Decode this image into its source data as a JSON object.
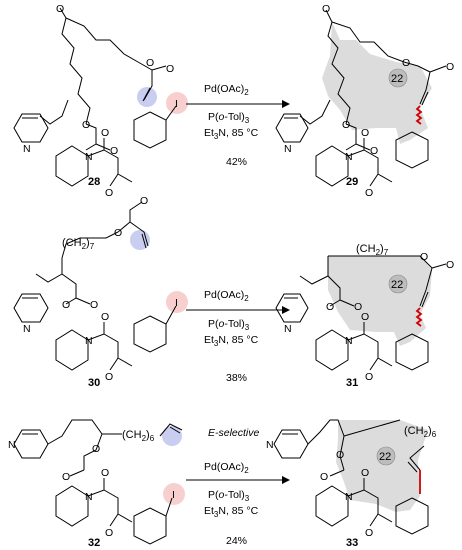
{
  "reactions": [
    {
      "sm_label": "28",
      "product_label": "29",
      "conditions": {
        "catalyst": "Pd(OAc)",
        "catalyst_sub": "2",
        "ligand": "P(",
        "ligand_italic": "o",
        "ligand_tail": "-Tol)",
        "ligand_sub": "3",
        "base": "Et",
        "base_sub": "3",
        "base_tail": "N, 85 °C",
        "selectivity": ""
      },
      "yield": "42%",
      "ring_size": "22"
    },
    {
      "sm_label": "30",
      "product_label": "31",
      "conditions": {
        "catalyst": "Pd(OAc)",
        "catalyst_sub": "2",
        "ligand": "P(",
        "ligand_italic": "o",
        "ligand_tail": "-Tol)",
        "ligand_sub": "3",
        "base": "Et",
        "base_sub": "3",
        "base_tail": "N, 85 °C",
        "selectivity": ""
      },
      "yield": "38%",
      "ring_size": "22"
    },
    {
      "sm_label": "32",
      "product_label": "33",
      "conditions": {
        "catalyst": "Pd(OAc)",
        "catalyst_sub": "2",
        "ligand": "P(",
        "ligand_italic": "o",
        "ligand_tail": "-Tol)",
        "ligand_sub": "3",
        "base": "Et",
        "base_sub": "3",
        "base_tail": "N, 85 °C",
        "selectivity": "E-selective"
      },
      "yield": "24%",
      "ring_size": "22"
    }
  ],
  "atoms": {
    "O": "O",
    "N": "N",
    "I": "I"
  },
  "chain_labels": {
    "c7": "(CH",
    "c7_sub": "2",
    "c7_tail": ")",
    "c7_n": "7",
    "c6_n": "6"
  },
  "colors": {
    "alkene_highlight": "#c9cdf0",
    "iodide_highlight": "#f7cfcf",
    "new_bond": "#d00000",
    "macrocycle_fill": "#dcdcdc"
  }
}
